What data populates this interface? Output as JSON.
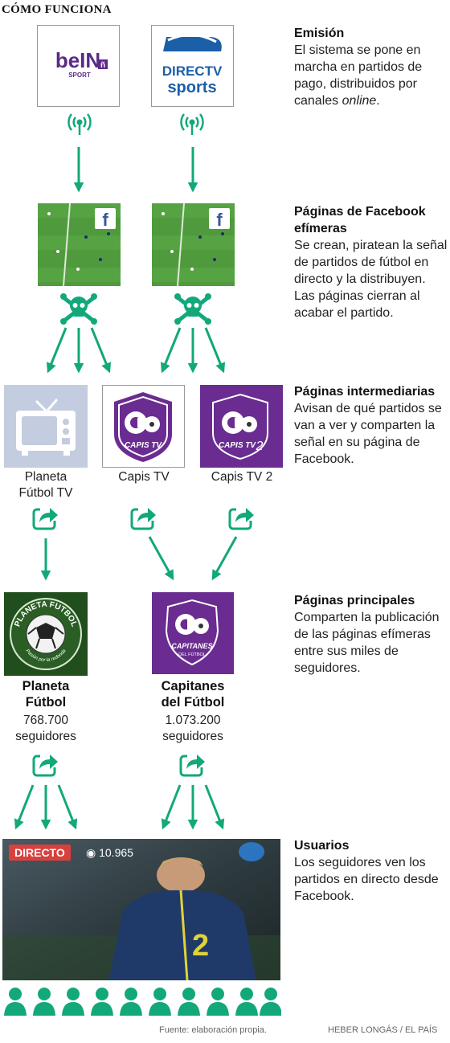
{
  "header": {
    "title": "CÓMO FUNCIONA"
  },
  "colors": {
    "green": "#12a87a",
    "purple": "#6a2c91",
    "tvgray": "#c4ccdf",
    "field": "#4f9a3c",
    "live_red": "#d9403d"
  },
  "logos": {
    "bein": {
      "text": "beIN",
      "sub": "SPORT"
    },
    "directv": {
      "line1": "DIRECTV",
      "line2": "sports"
    },
    "capis": {
      "text": "CAPIS TV"
    },
    "capis2": {
      "text": "CAPIS TV",
      "num": "2"
    },
    "planeta": {
      "arc_top": "PLANETA FUTBOL",
      "arc_bottom": "Pasión por la redonda"
    },
    "capitanes": {
      "line1": "CAPITANES",
      "line2": "DEL FÚTBOL"
    }
  },
  "steps": [
    {
      "title": "Emisión",
      "text_before": "El sistema se pone en marcha en partidos de pago, distribuidos por canales ",
      "text_em": "online",
      "text_after": "."
    },
    {
      "title": "Páginas de Facebook efímeras",
      "text": "Se crean, piratean la señal de partidos de fútbol en directo y la distribuyen. Las páginas cierran al acabar el partido."
    },
    {
      "title": "Páginas intermediarias",
      "text": "Avisan de qué partidos se van a ver y comparten la señal en su página de Facebook."
    },
    {
      "title": "Páginas principales",
      "text": "Comparten la publicación de las páginas efímeras entre sus miles de seguidores."
    },
    {
      "title": "Usuarios",
      "text": "Los seguidores ven los partidos en directo desde Facebook."
    }
  ],
  "intermediaries": [
    {
      "label_l1": "Planeta",
      "label_l2": "Fútbol TV"
    },
    {
      "label": "Capis TV"
    },
    {
      "label": "Capis TV 2"
    }
  ],
  "main_pages": [
    {
      "name_l1": "Planeta",
      "name_l2": "Fútbol",
      "followers": "768.700",
      "followers_label": "seguidores"
    },
    {
      "name_l1": "Capitanes",
      "name_l2": "del Fútbol",
      "followers": "1.073.200",
      "followers_label": "seguidores"
    }
  ],
  "live": {
    "badge": "DIRECTO",
    "viewers": "10.965"
  },
  "footer": {
    "source": "Fuente: elaboración propia.",
    "credit": "HEBER LONGÁS / EL PAÍS"
  }
}
